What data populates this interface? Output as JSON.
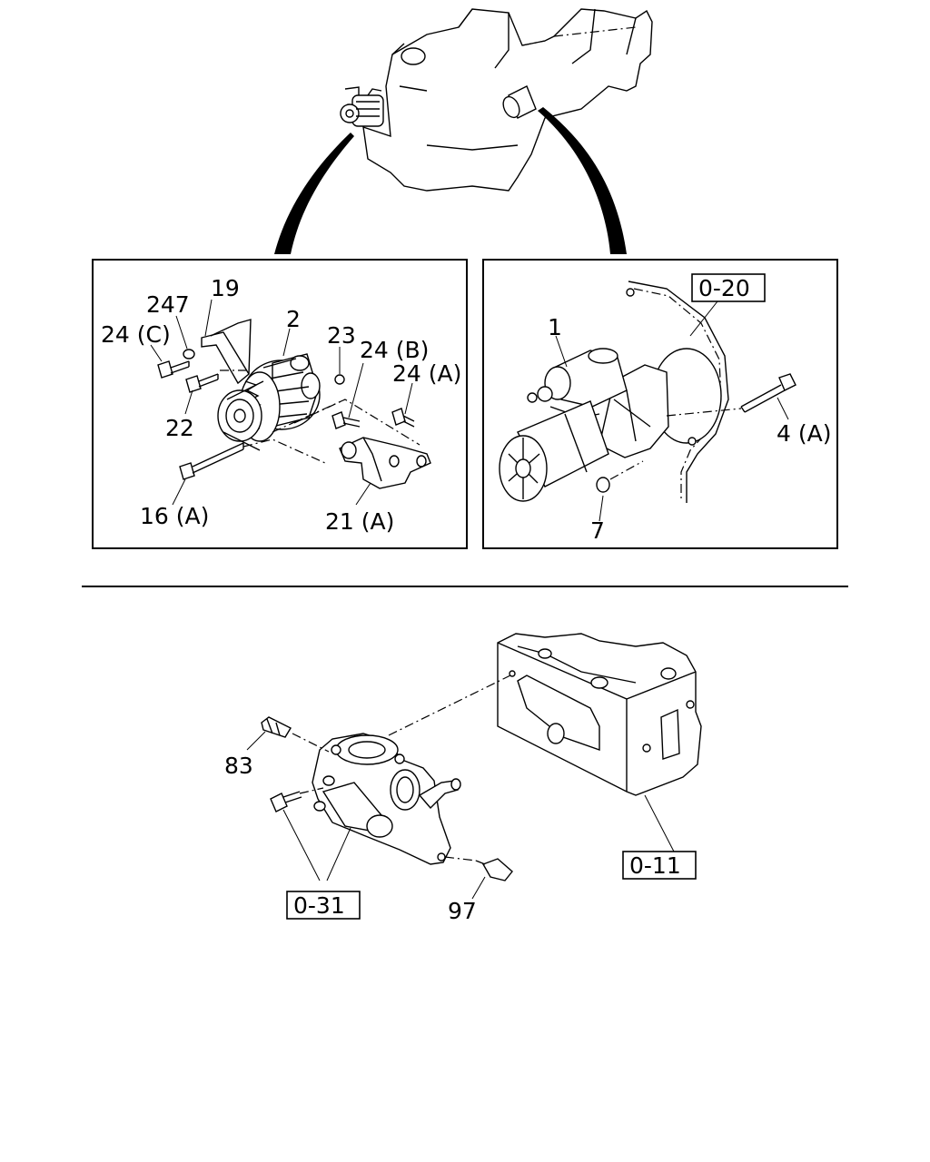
{
  "left_panel": {
    "callouts": {
      "p19": "19",
      "p247": "247",
      "p2": "2",
      "p24c": "24 (C)",
      "p23": "23",
      "p24b": "24 (B)",
      "p24a": "24 (A)",
      "p22": "22",
      "p16a": "16 (A)",
      "p21a": "21 (A)"
    }
  },
  "right_panel": {
    "ref_box": "0-20",
    "callouts": {
      "p1": "1",
      "p4a": "4 (A)",
      "p7": "7"
    }
  },
  "bottom": {
    "callouts": {
      "p83": "83",
      "p97": "97"
    },
    "ref_left": "0-31",
    "ref_right": "0-11"
  }
}
